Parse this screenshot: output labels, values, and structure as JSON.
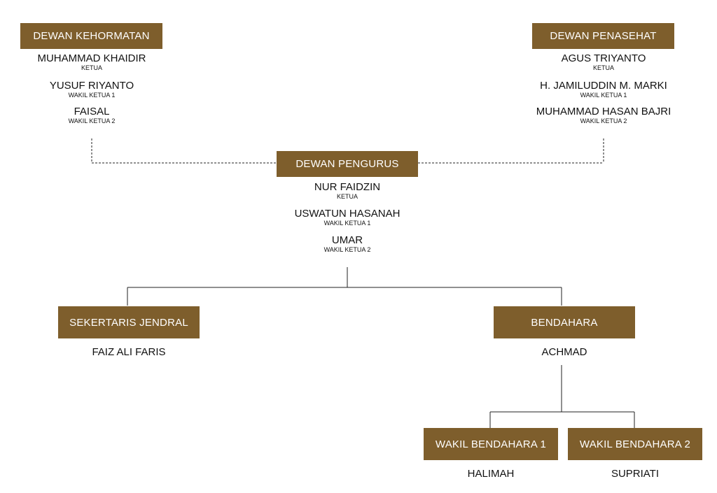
{
  "dewan_kehormatan": {
    "title": "DEWAN KEHORMATAN",
    "members": [
      {
        "name": "MUHAMMAD KHAIDIR",
        "role": "KETUA"
      },
      {
        "name": "YUSUF RIYANTO",
        "role": "WAKIL KETUA 1"
      },
      {
        "name": "FAISAL",
        "role": "WAKIL KETUA 2"
      }
    ]
  },
  "dewan_penasehat": {
    "title": "DEWAN PENASEHAT",
    "members": [
      {
        "name": "AGUS TRIYANTO",
        "role": "KETUA"
      },
      {
        "name": "H. JAMILUDDIN M. MARKI",
        "role": "WAKIL KETUA 1"
      },
      {
        "name": "MUHAMMAD HASAN BAJRI",
        "role": "WAKIL KETUA 2"
      }
    ]
  },
  "dewan_pengurus": {
    "title": "DEWAN PENGURUS",
    "members": [
      {
        "name": "NUR FAIDZIN",
        "role": "KETUA"
      },
      {
        "name": "USWATUN HASANAH",
        "role": "WAKIL KETUA 1"
      },
      {
        "name": "UMAR",
        "role": "WAKIL KETUA 2"
      }
    ]
  },
  "sekertaris": {
    "title": "SEKERTARIS JENDRAL",
    "name": "FAIZ ALI FARIS"
  },
  "bendahara": {
    "title": "BENDAHARA",
    "name": "ACHMAD"
  },
  "wakil_bendahara_1": {
    "title": "WAKIL BENDAHARA 1",
    "name": "HALIMAH"
  },
  "wakil_bendahara_2": {
    "title": "WAKIL BENDAHARA 2",
    "name": "SUPRIATI"
  },
  "colors": {
    "box": "#7e5e2c",
    "box_text": "#ffffff",
    "line": "#222222"
  }
}
